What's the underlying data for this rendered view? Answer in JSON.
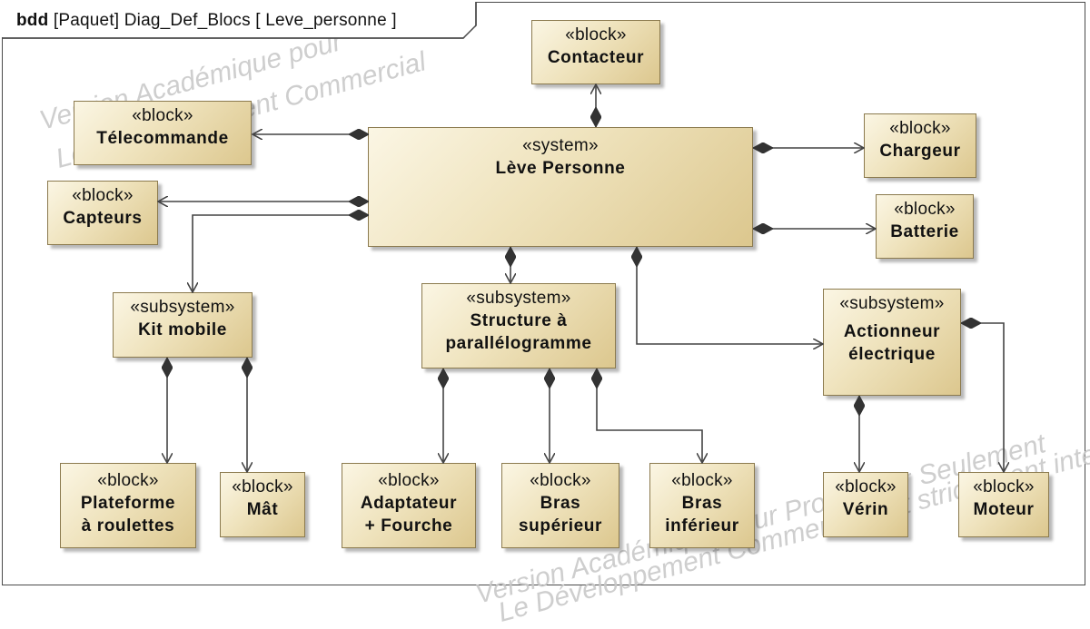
{
  "frame": {
    "kind": "bdd",
    "title": "[Paquet] Diag_Def_Blocs [ Leve_personne ]"
  },
  "watermark": {
    "lines": [
      "Version Académique pour",
      "Le Développement Commercial",
      "Version Académique pour Professeur Seulement",
      "Le Développement Commercial est strictement interdit"
    ]
  },
  "blocks": {
    "contacteur": {
      "stereotype": "«block»",
      "name": "Contacteur"
    },
    "telecommande": {
      "stereotype": "«block»",
      "name": "Télecommande"
    },
    "leve_personne": {
      "stereotype": "«system»",
      "name": "Lève Personne"
    },
    "chargeur": {
      "stereotype": "«block»",
      "name": "Chargeur"
    },
    "capteurs": {
      "stereotype": "«block»",
      "name": "Capteurs"
    },
    "batterie": {
      "stereotype": "«block»",
      "name": "Batterie"
    },
    "kit_mobile": {
      "stereotype": "«subsystem»",
      "name": "Kit mobile"
    },
    "structure": {
      "stereotype": "«subsystem»",
      "name_line1": "Structure à",
      "name_line2": "parallélogramme"
    },
    "actionneur": {
      "stereotype": "«subsystem»",
      "name_line1": "Actionneur",
      "name_line2": "électrique"
    },
    "plateforme": {
      "stereotype": "«block»",
      "name_line1": "Plateforme",
      "name_line2": "à roulettes"
    },
    "mat": {
      "stereotype": "«block»",
      "name": "Mât"
    },
    "adaptateur": {
      "stereotype": "«block»",
      "name_line1": "Adaptateur",
      "name_line2": "+ Fourche"
    },
    "bras_sup": {
      "stereotype": "«block»",
      "name_line1": "Bras",
      "name_line2": "supérieur"
    },
    "bras_inf": {
      "stereotype": "«block»",
      "name_line1": "Bras",
      "name_line2": "inférieur"
    },
    "verin": {
      "stereotype": "«block»",
      "name": "Vérin"
    },
    "moteur": {
      "stereotype": "«block»",
      "name": "Moteur"
    }
  },
  "colors": {
    "block_border": "#8b7a4e",
    "block_fill_light": "#fbf6e4",
    "block_fill_dark": "#dcc78e",
    "connector": "#444444",
    "watermark": "#c9c9c9"
  },
  "relations": [
    {
      "from": "leve_personne",
      "to": "contacteur",
      "type": "composition"
    },
    {
      "from": "leve_personne",
      "to": "telecommande",
      "type": "composition"
    },
    {
      "from": "leve_personne",
      "to": "chargeur",
      "type": "composition"
    },
    {
      "from": "leve_personne",
      "to": "capteurs",
      "type": "composition"
    },
    {
      "from": "leve_personne",
      "to": "batterie",
      "type": "composition"
    },
    {
      "from": "leve_personne",
      "to": "kit_mobile",
      "type": "composition"
    },
    {
      "from": "leve_personne",
      "to": "structure",
      "type": "composition"
    },
    {
      "from": "leve_personne",
      "to": "actionneur",
      "type": "composition"
    },
    {
      "from": "kit_mobile",
      "to": "plateforme",
      "type": "composition"
    },
    {
      "from": "kit_mobile",
      "to": "mat",
      "type": "composition"
    },
    {
      "from": "structure",
      "to": "adaptateur",
      "type": "composition"
    },
    {
      "from": "structure",
      "to": "bras_sup",
      "type": "composition"
    },
    {
      "from": "structure",
      "to": "bras_inf",
      "type": "composition"
    },
    {
      "from": "actionneur",
      "to": "verin",
      "type": "composition"
    },
    {
      "from": "actionneur",
      "to": "moteur",
      "type": "composition"
    }
  ]
}
